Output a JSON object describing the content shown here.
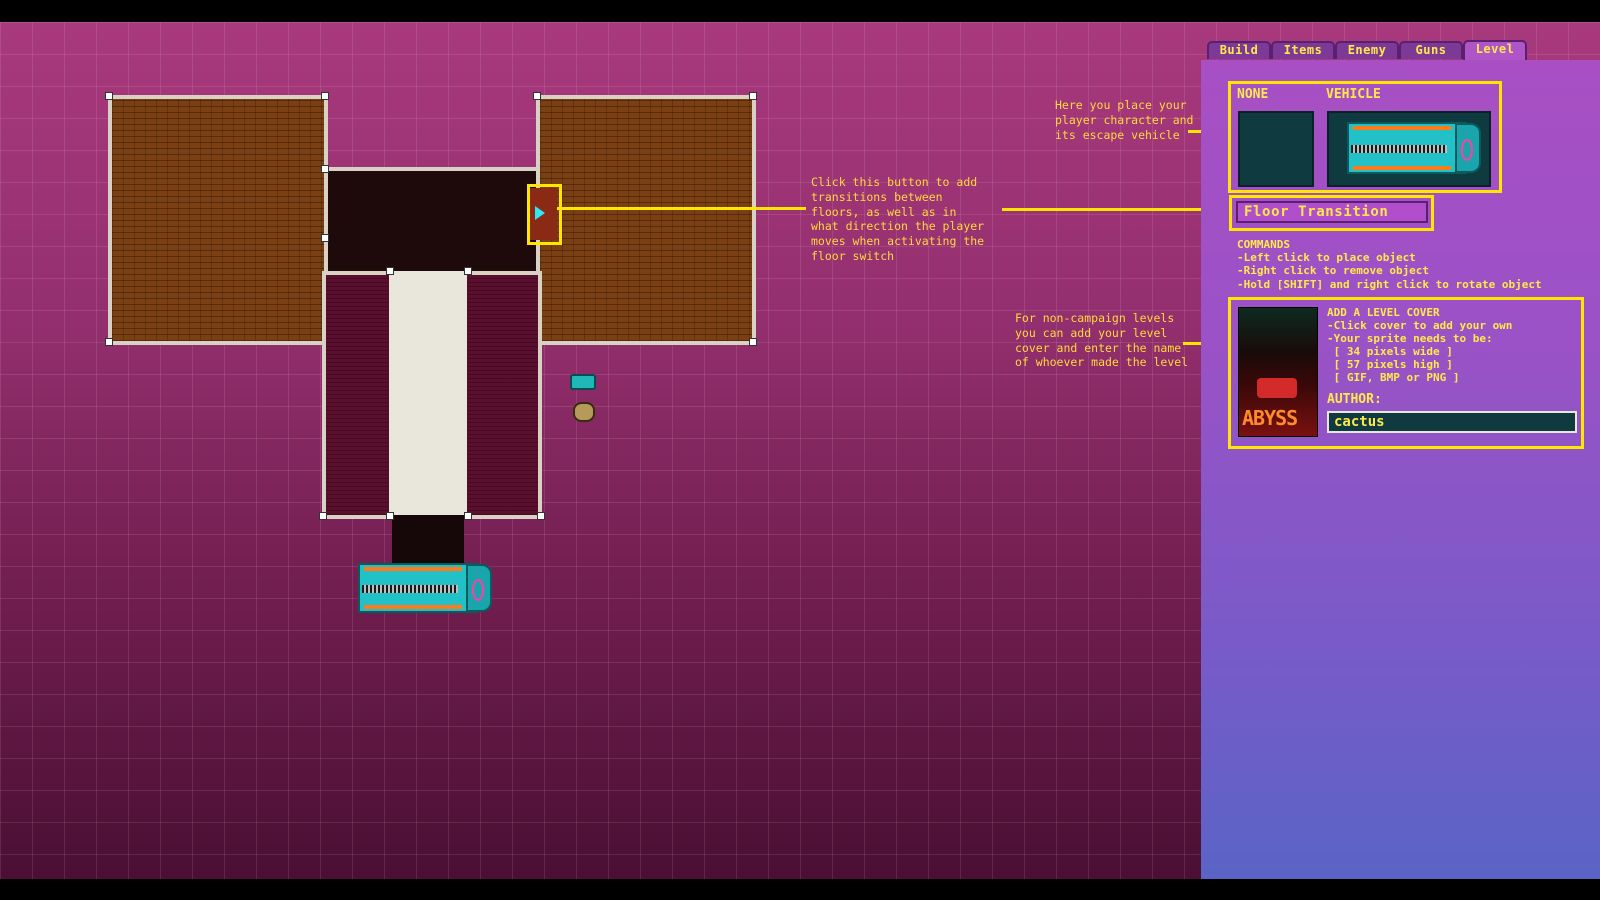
{
  "editor": {
    "tabs": [
      {
        "label": "Build"
      },
      {
        "label": "Items"
      },
      {
        "label": "Enemy"
      },
      {
        "label": "Guns"
      },
      {
        "label": "Level"
      }
    ],
    "active_tab": "Level"
  },
  "panel": {
    "none_label": "NONE",
    "vehicle_label": "VEHICLE",
    "floor_transition_label": "Floor Transition",
    "commands_title": "COMMANDS",
    "commands": [
      "-Left click to place object",
      "-Right click to remove object",
      "-Hold [SHIFT] and right click to rotate object"
    ],
    "cover_title": "ADD A LEVEL COVER",
    "cover_lines": [
      "-Click cover to add your own",
      "-Your sprite needs to be:",
      " [ 34 pixels wide ]",
      " [ 57 pixels high ]",
      " [ GIF, BMP or PNG ]"
    ],
    "cover_art_text": "ABYSS",
    "author_label": "AUTHOR:",
    "author_value": "cactus"
  },
  "annotations": {
    "transition": "Click this button to add\ntransitions between\nfloors, as well as in\nwhat direction the player\nmoves when activating the\nfloor switch",
    "player": "Here you place your\nplayer character and\nits escape vehicle",
    "cover": "For non-campaign levels\nyou can add your level\ncover and enter the name\nof whoever made the level"
  },
  "colors": {
    "annotation": "#ffe600",
    "panel_text": "#ffe94a",
    "grid_bg": "#932f6e",
    "panel_bg": "#9a52c6"
  }
}
